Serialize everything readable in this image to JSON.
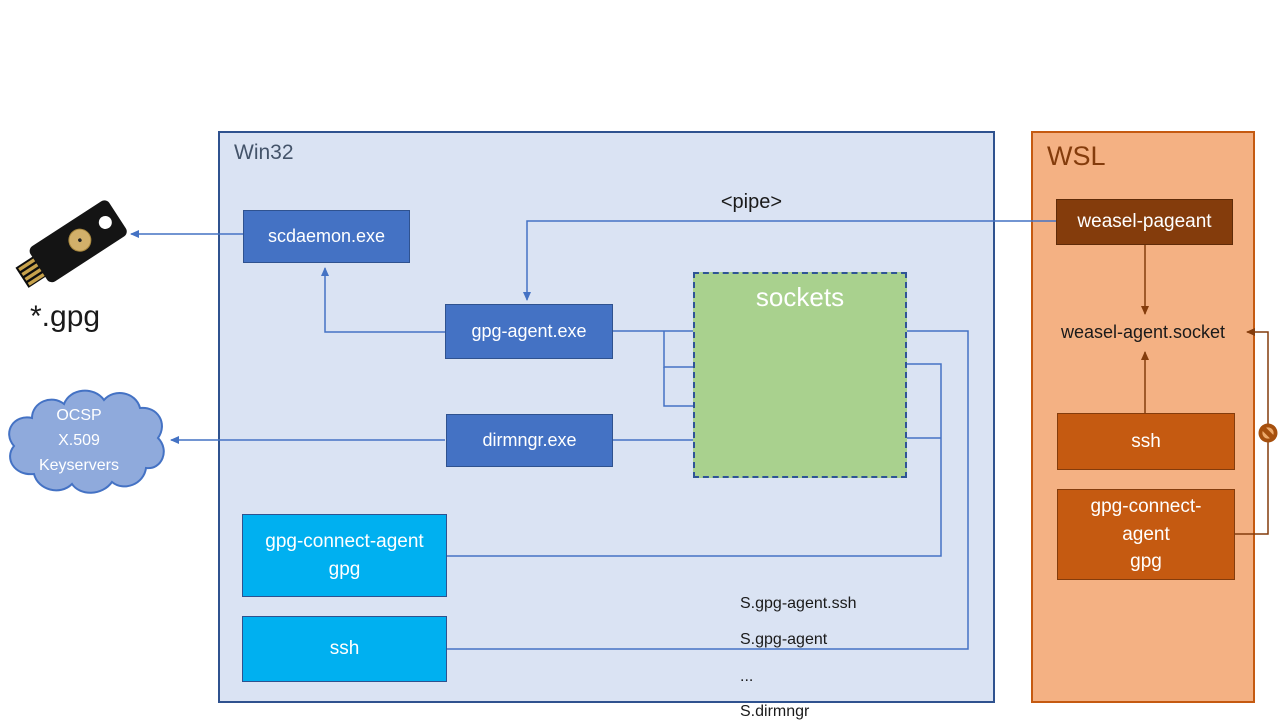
{
  "win32": {
    "label": "Win32",
    "scdaemon": "scdaemon.exe",
    "gpg_agent": "gpg-agent.exe",
    "dirmngr": "dirmngr.exe",
    "gpg_connect_agent": {
      "line1": "gpg-connect-agent",
      "line2": "gpg"
    },
    "ssh": "ssh",
    "sockets": {
      "title": "sockets",
      "items": [
        "S.gpg-agent.ssh",
        "S.gpg-agent",
        "...",
        "S.dirmngr"
      ]
    }
  },
  "wsl": {
    "label": "WSL",
    "weasel_pageant": "weasel-pageant",
    "weasel_agent_socket": "weasel-agent.socket",
    "ssh": "ssh",
    "gpg_connect_agent": {
      "line1": "gpg-connect-",
      "line2": "agent",
      "line3": "gpg"
    }
  },
  "external": {
    "gpg_files": "*.gpg",
    "pipe_label": "<pipe>",
    "cloud": {
      "line1": "OCSP",
      "line2": "X.509",
      "line3": "Keyservers"
    }
  },
  "colors": {
    "win32_fill": "#dae3f3",
    "win32_border": "#2f528f",
    "process_blue": "#4472c4",
    "sockets_green": "#a9d18e",
    "client_cyan": "#00b0f0",
    "wsl_fill": "#f4b183",
    "wsl_accent": "#c55a11",
    "wsl_dark": "#843c0c",
    "arrow_blue": "#4472c4",
    "arrow_brown": "#843c0c",
    "cloud_fill": "#8faadc"
  }
}
